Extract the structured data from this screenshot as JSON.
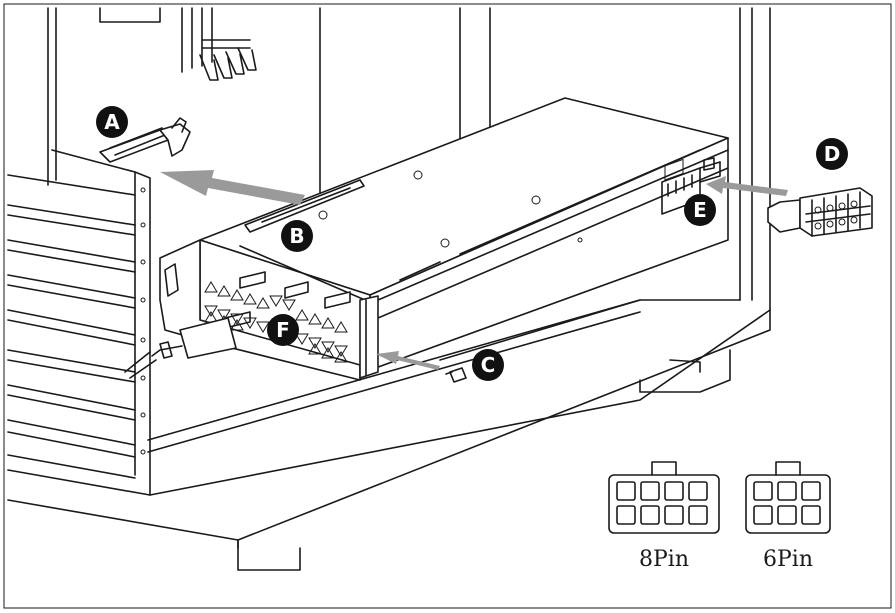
{
  "callouts": {
    "a": "A",
    "b": "B",
    "c": "C",
    "d": "D",
    "e": "E",
    "f": "F"
  },
  "connectors": {
    "eight_pin_label": "8Pin",
    "six_pin_label": "6Pin"
  },
  "colors": {
    "line": "#1a1a1a",
    "callout_fill": "#111111",
    "arrow_fill": "#9a9a9a"
  }
}
